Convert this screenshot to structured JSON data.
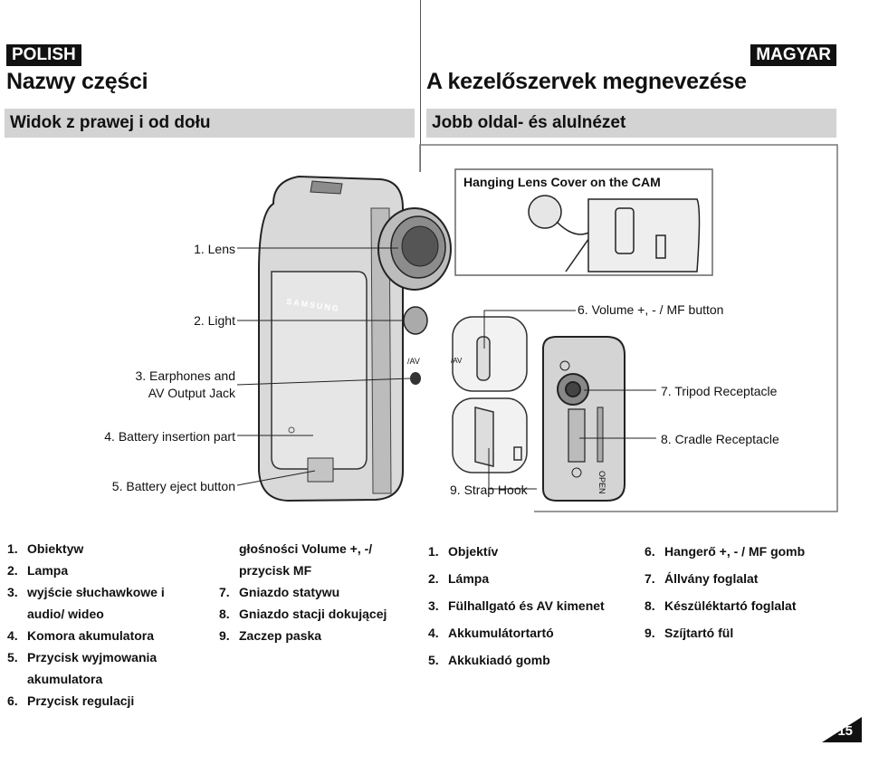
{
  "left": {
    "lang": "POLISH",
    "title": "Nazwy części",
    "subtitle": "Widok z prawej i od dołu"
  },
  "right": {
    "lang": "MAGYAR",
    "title": "A kezelőszervek megnevezése",
    "subtitle": "Jobb oldal- és alulnézet"
  },
  "diagram": {
    "inset_title": "Hanging Lens Cover on the CAM",
    "callouts_left": [
      "1. Lens",
      "2. Light",
      "3. Earphones and",
      "AV Output Jack",
      "4. Battery insertion part",
      "5. Battery eject button"
    ],
    "callouts_right": [
      "6. Volume +, - / MF button",
      "7. Tripod Receptacle",
      "8. Cradle Receptacle",
      "9. Strap Hook"
    ],
    "brand": "SAMSUNG",
    "av_label": "/AV",
    "open_label": "OPEN"
  },
  "polish_list": {
    "col1": [
      {
        "n": "1.",
        "t": "Obiektyw"
      },
      {
        "n": "2.",
        "t": "Lampa"
      },
      {
        "n": "3.",
        "t": "wyjście słuchawkowe i"
      },
      {
        "n": "",
        "t": "audio/ wideo"
      },
      {
        "n": "4.",
        "t": "Komora akumulatora"
      },
      {
        "n": "5.",
        "t": "Przycisk wyjmowania"
      },
      {
        "n": "",
        "t": "akumulatora"
      },
      {
        "n": "6.",
        "t": "Przycisk regulacji"
      }
    ],
    "col2": [
      {
        "n": "",
        "t": "głośności Volume +, -/"
      },
      {
        "n": "",
        "t": "przycisk MF"
      },
      {
        "n": "7.",
        "t": "Gniazdo statywu"
      },
      {
        "n": "8.",
        "t": "Gniazdo stacji dokującej"
      },
      {
        "n": "9.",
        "t": "Zaczep paska"
      }
    ]
  },
  "hungarian_list": {
    "col1": [
      {
        "n": "1.",
        "t": "Objektív"
      },
      {
        "n": "2.",
        "t": "Lámpa"
      },
      {
        "n": "3.",
        "t": "Fülhallgató és AV kimenet"
      },
      {
        "n": "4.",
        "t": "Akkumulátortartó"
      },
      {
        "n": "5.",
        "t": "Akkukiadó gomb"
      }
    ],
    "col2": [
      {
        "n": "6.",
        "t": "Hangerő +, - / MF gomb"
      },
      {
        "n": "7.",
        "t": "Állvány foglalat"
      },
      {
        "n": "8.",
        "t": "Készüléktartó foglalat"
      },
      {
        "n": "9.",
        "t": "Szíjtartó fül"
      }
    ]
  },
  "page_number": "15"
}
